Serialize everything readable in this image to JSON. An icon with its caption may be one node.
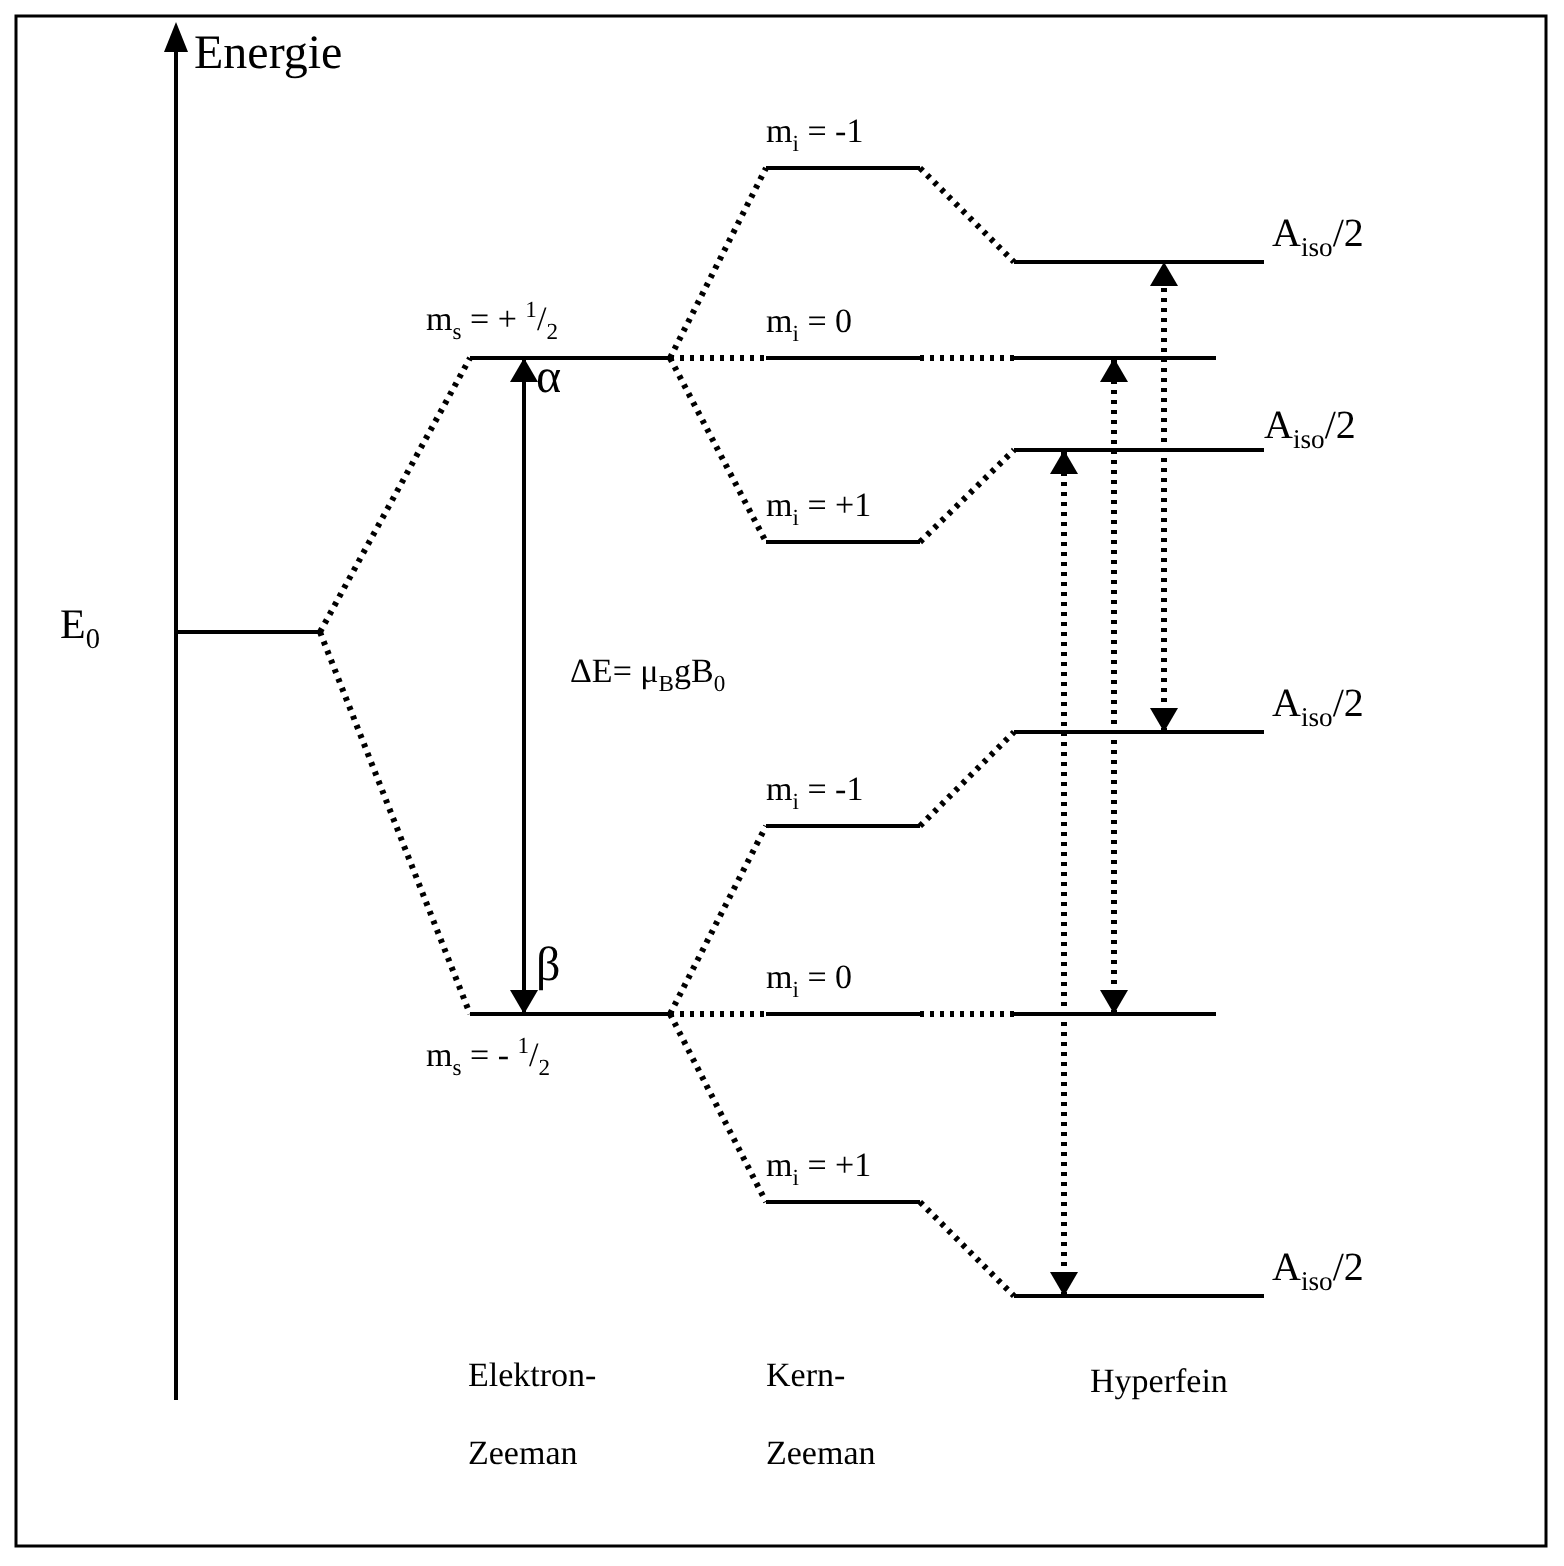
{
  "diagram": {
    "nodes": [
      {
        "text": [
          "E$_{0}$"
        ]
      },
      {
        "text": [
          "m$_{s}$ = + $^{1}$/$_{2}$"
        ]
      },
      {
        "text": [
          "m$_{s}$ = - $^{1}$/$_{2}$"
        ]
      },
      {
        "text": [
          "m$_{i}$ = -1"
        ]
      },
      {
        "text": [
          "m$_{i}$ = 0"
        ]
      },
      {
        "text": [
          "m$_{i}$ = +1"
        ]
      },
      {
        "text": [
          "m$_{i}$ = -1"
        ]
      },
      {
        "text": [
          "m$_{i}$ = 0"
        ]
      },
      {
        "text": [
          "m$_{i}$ = +1"
        ]
      },
      {
        "text": [
          "A$_{iso}$/2"
        ]
      },
      {
        "text": [],
        "shape": "bar"
      },
      {
        "text": [
          "A$_{iso}$/2"
        ]
      },
      {
        "text": [
          "A$_{iso}$/2"
        ]
      },
      {
        "text": [],
        "shape": "bar"
      },
      {
        "text": [
          "A$_{iso}$/2"
        ]
      }
    ],
    "edges": [
      {
        "from": 0,
        "to": 1,
        "arrow": "none",
        "style": "dashed"
      },
      {
        "from": 0,
        "to": 2,
        "arrow": "none",
        "style": "dashed"
      },
      {
        "from": 1,
        "to": 3,
        "arrow": "none",
        "style": "dashed"
      },
      {
        "from": 1,
        "to": 4,
        "arrow": "none",
        "style": "dashed"
      },
      {
        "from": 1,
        "to": 5,
        "arrow": "none",
        "style": "dashed"
      },
      {
        "from": 2,
        "to": 6,
        "arrow": "none",
        "style": "dashed"
      },
      {
        "from": 2,
        "to": 7,
        "arrow": "none",
        "style": "dashed"
      },
      {
        "from": 2,
        "to": 8,
        "arrow": "none",
        "style": "dashed"
      },
      {
        "from": 3,
        "to": 9,
        "arrow": "none",
        "style": "dashed"
      },
      {
        "from": 4,
        "to": 10,
        "arrow": "none",
        "style": "dashed"
      },
      {
        "from": 5,
        "to": 11,
        "arrow": "none",
        "style": "dashed"
      },
      {
        "from": 6,
        "to": 12,
        "arrow": "none",
        "style": "dashed"
      },
      {
        "from": 7,
        "to": 13,
        "arrow": "none",
        "style": "dashed"
      },
      {
        "from": 8,
        "to": 14,
        "arrow": "none",
        "style": "dashed"
      },
      {
        "from": 2,
        "to": 1,
        "arrow": "both"
      },
      {
        "from": 14,
        "to": 11,
        "arrow": "both",
        "style": "dashed"
      },
      {
        "from": 13,
        "to": 10,
        "arrow": "both",
        "style": "dashed"
      },
      {
        "from": 12,
        "to": 9,
        "arrow": "both",
        "style": "dashed"
      }
    ],
    "labels": [
      "Energie",
      "α",
      "ΔE= μ$_{B}$gB$_{0}$",
      "β",
      "Elektron- Zeeman",
      "Kern- Zeeman",
      "Hyperfein"
    ]
  }
}
